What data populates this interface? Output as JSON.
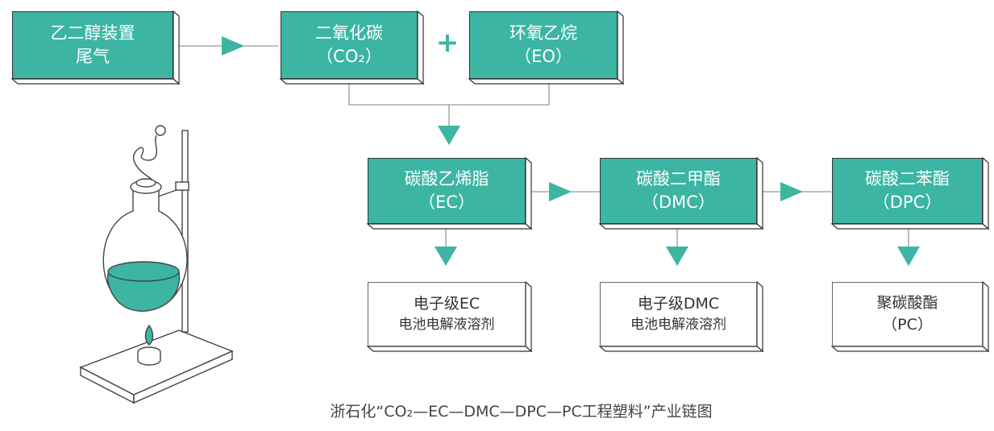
{
  "boxes": {
    "source": {
      "line1": "乙二醇装置",
      "line2": "尾气"
    },
    "co2": {
      "line1": "二氧化碳",
      "line2": "（CO₂）"
    },
    "eo": {
      "line1": "环氧乙烷",
      "line2": "（EO）"
    },
    "ec": {
      "line1": "碳酸乙烯脂",
      "line2": "（EC）"
    },
    "dmc": {
      "line1": "碳酸二甲酯",
      "line2": "（DMC）"
    },
    "dpc": {
      "line1": "碳酸二苯酯",
      "line2": "（DPC）"
    },
    "ec_product": {
      "line1": "电子级EC",
      "line2": "电池电解液溶剂"
    },
    "dmc_product": {
      "line1": "电子级DMC",
      "line2": "电池电解液溶剂"
    },
    "pc_product": {
      "line1": "聚碳酸酯",
      "line2": "（PC）"
    }
  },
  "plus_sign": "+",
  "caption": "浙石化“CO₂—EC—DMC—DPC—PC工程塑料”产业链图",
  "colors": {
    "teal": "#3cb5a3",
    "line": "#888888",
    "outline": "#333333"
  }
}
